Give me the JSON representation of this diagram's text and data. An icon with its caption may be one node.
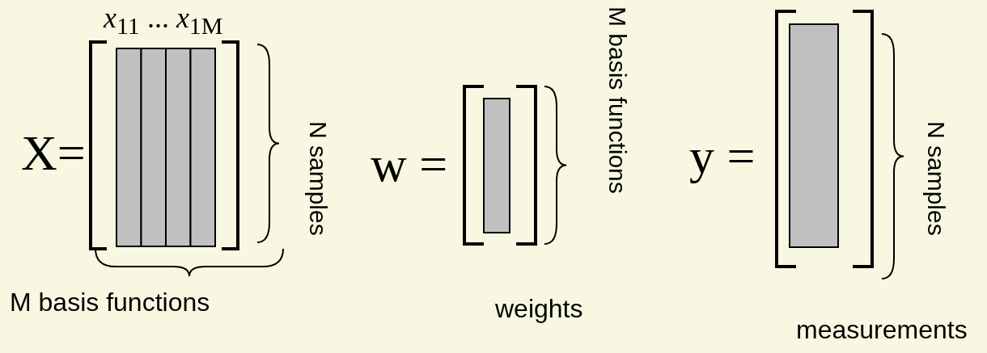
{
  "diagram": {
    "labels": [
      "*x*$_{11}$ ... *x*$_{1M}$",
      "X=",
      "N samples",
      "M basis functions",
      "w =",
      "M basis functions",
      "weights",
      "y =",
      "N samples",
      "measurements"
    ]
  }
}
